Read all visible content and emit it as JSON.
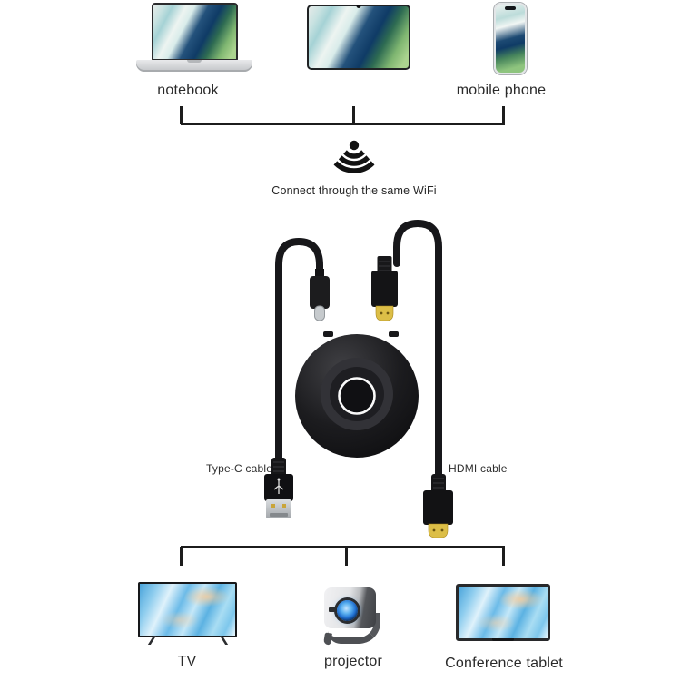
{
  "diagram": {
    "top_devices": [
      {
        "name": "notebook",
        "label": "notebook"
      },
      {
        "name": "tablet"
      },
      {
        "name": "mobile-phone",
        "label": "mobile phone"
      }
    ],
    "wifi": {
      "icon": "wifi-icon",
      "caption": "Connect through the same WiFi"
    },
    "product": {
      "cable_labels": {
        "type_c": "Type-C cable",
        "hdmi": "HDMI cable"
      }
    },
    "bottom_devices": [
      {
        "name": "tv",
        "label": "TV"
      },
      {
        "name": "projector",
        "label": "projector"
      },
      {
        "name": "conference-tablet",
        "label": "Conference tablet"
      }
    ]
  },
  "colors": {
    "text": "#2a2a2a",
    "line": "#1c1c1c",
    "hdmi_gold": "#dcbe47",
    "usb_metal": "#c6cacd",
    "dongle_black": "#141416",
    "dongle_ring_white": "#fafafa",
    "lens_blue": "#3f8fe0",
    "wallpaper_top_navy": "#0f3b66",
    "wallpaper_top_green": "#7fb671",
    "wallpaper_bottom_blue": "#6cbbe8"
  }
}
